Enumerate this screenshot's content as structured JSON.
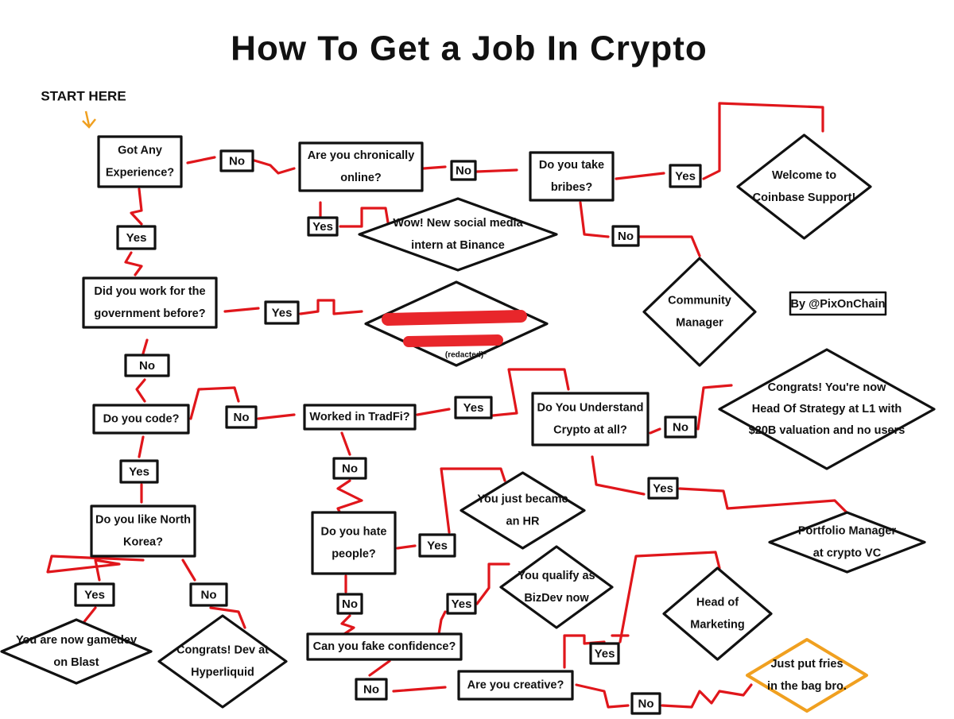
{
  "title": "How To Get a Job In Crypto",
  "start_label": "START HERE",
  "credit": "By @PixOnChain",
  "colors": {
    "arrow": "#e0161b",
    "outline": "#111111",
    "highlight_outline": "#f0a020",
    "redaction": "#e8262b",
    "start_arrow": "#f0a020"
  },
  "nodes": [
    {
      "id": "q_exp",
      "shape": "box",
      "lines": [
        "Got Any",
        "Experience?"
      ]
    },
    {
      "id": "q_online",
      "shape": "box",
      "lines": [
        "Are you chronically",
        "online?"
      ]
    },
    {
      "id": "q_bribes",
      "shape": "box",
      "lines": [
        "Do you take",
        "bribes?"
      ]
    },
    {
      "id": "r_coinbase",
      "shape": "diamond",
      "lines": [
        "Welcome to",
        "Coinbase Support!"
      ]
    },
    {
      "id": "r_intern",
      "shape": "diamond",
      "lines": [
        "Wow! New social media",
        "intern at Binance"
      ]
    },
    {
      "id": "r_cm",
      "shape": "diamond",
      "lines": [
        "Community",
        "Manager"
      ]
    },
    {
      "id": "q_gov",
      "shape": "box",
      "lines": [
        "Did you work for the",
        "government before?"
      ]
    },
    {
      "id": "r_redacted",
      "shape": "diamond",
      "lines": [
        "(redacted)*"
      ]
    },
    {
      "id": "q_code",
      "shape": "box",
      "lines": [
        "Do you code?"
      ]
    },
    {
      "id": "q_tradfi",
      "shape": "box",
      "lines": [
        "Worked in TradFi?"
      ]
    },
    {
      "id": "q_understand",
      "shape": "box",
      "lines": [
        "Do You Understand",
        "Crypto at all?"
      ]
    },
    {
      "id": "r_strategy",
      "shape": "diamond",
      "lines": [
        "Congrats! You're now",
        "Head Of Strategy at L1 with",
        "$20B valuation and no users"
      ]
    },
    {
      "id": "r_hr",
      "shape": "diamond",
      "lines": [
        "You just became",
        "an HR"
      ]
    },
    {
      "id": "q_nk",
      "shape": "box",
      "lines": [
        "Do you like North",
        "Korea?"
      ]
    },
    {
      "id": "q_hate",
      "shape": "box",
      "lines": [
        "Do you hate",
        "people?"
      ]
    },
    {
      "id": "r_pm",
      "shape": "diamond",
      "lines": [
        "Portfolio Manager",
        "at crypto VC"
      ]
    },
    {
      "id": "r_bizdev",
      "shape": "diamond",
      "lines": [
        "You qualify as",
        "BizDev now"
      ]
    },
    {
      "id": "r_hom",
      "shape": "diamond",
      "lines": [
        "Head of",
        "Marketing"
      ]
    },
    {
      "id": "r_gamedev",
      "shape": "diamond",
      "lines": [
        "You are now gamedev",
        "on Blast"
      ]
    },
    {
      "id": "r_hyperliquid",
      "shape": "diamond",
      "lines": [
        "Congrats! Dev at",
        "Hyperliquid"
      ]
    },
    {
      "id": "q_fake",
      "shape": "box",
      "lines": [
        "Can you fake confidence?"
      ]
    },
    {
      "id": "q_creative",
      "shape": "box",
      "lines": [
        "Are you creative?"
      ]
    },
    {
      "id": "r_fries",
      "shape": "diamond",
      "highlight": true,
      "lines": [
        "Just put fries",
        "in the bag bro."
      ]
    }
  ],
  "answers": [
    {
      "id": "a1",
      "text": "No"
    },
    {
      "id": "a2",
      "text": "No"
    },
    {
      "id": "a3",
      "text": "Yes"
    },
    {
      "id": "a4",
      "text": "Yes"
    },
    {
      "id": "a5",
      "text": "No"
    },
    {
      "id": "a6",
      "text": "Yes"
    },
    {
      "id": "a7",
      "text": "Yes"
    },
    {
      "id": "a8",
      "text": "No"
    },
    {
      "id": "a9",
      "text": "No"
    },
    {
      "id": "a10",
      "text": "Yes"
    },
    {
      "id": "a11",
      "text": "No"
    },
    {
      "id": "a12",
      "text": "Yes"
    },
    {
      "id": "a13",
      "text": "No"
    },
    {
      "id": "a14",
      "text": "Yes"
    },
    {
      "id": "a15",
      "text": "Yes"
    },
    {
      "id": "a16",
      "text": "Yes"
    },
    {
      "id": "a17",
      "text": "No"
    },
    {
      "id": "a18",
      "text": "No"
    },
    {
      "id": "a19",
      "text": "Yes"
    },
    {
      "id": "a20",
      "text": "Yes"
    },
    {
      "id": "a21",
      "text": "No"
    },
    {
      "id": "a22",
      "text": "No"
    }
  ]
}
